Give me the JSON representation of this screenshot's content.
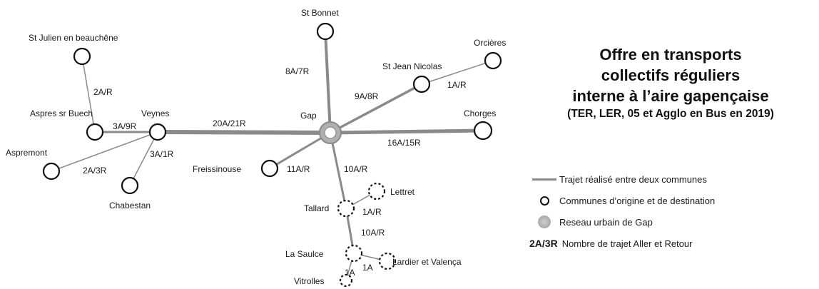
{
  "title": {
    "lines": [
      "Offre en transports",
      "collectifs réguliers",
      "interne à l’aire gapençaise"
    ],
    "subtitle": "(TER, LER, 05 et Agglo en Bus en 2019)"
  },
  "legend": {
    "route_label": "Trajet réalisé entre deux communes",
    "commune_label": "Communes d’origine et de destination",
    "network_label": "Reseau urbain de Gap",
    "trips_key": "2A/3R",
    "trips_label": "Nombre de trajet Aller et Retour"
  },
  "communes": {
    "gap": "Gap",
    "st_bonnet": "St Bonnet",
    "orcieres": "Orcières",
    "st_jean_nicolas": "St Jean Nicolas",
    "chorges": "Chorges",
    "st_julien": "St Julien en beauchêne",
    "aspres": "Aspres sr Buech",
    "veynes": "Veynes",
    "aspremont": "Aspremont",
    "chabestan": "Chabestan",
    "freissinouse": "Freissinouse",
    "lettret": "Lettret",
    "tallard": "Tallard",
    "la_saulce": "La Saulce",
    "lardier": "Lardier et Valença",
    "vitrolles": "Vitrolles"
  },
  "trips": {
    "gap_st_bonnet": "8A/7R",
    "gap_st_jean": "9A/8R",
    "st_jean_orcieres": "1A/R",
    "gap_chorges": "16A/15R",
    "gap_veynes": "20A/21R",
    "veynes_aspres": "3A/9R",
    "aspres_st_julien": "2A/R",
    "veynes_aspremont": "2A/3R",
    "veynes_chabestan": "3A/1R",
    "gap_freissinouse": "11A/R",
    "gap_tallard": "10A/R",
    "tallard_lettret": "1A/R",
    "tallard_la_saulce": "10A/R",
    "la_saulce_vitrolles": "1A",
    "la_saulce_lardier": "1A"
  },
  "colors": {
    "route": "#8a8a8a",
    "node_stroke": "#111111",
    "network_fill": "#b0b0b0"
  }
}
